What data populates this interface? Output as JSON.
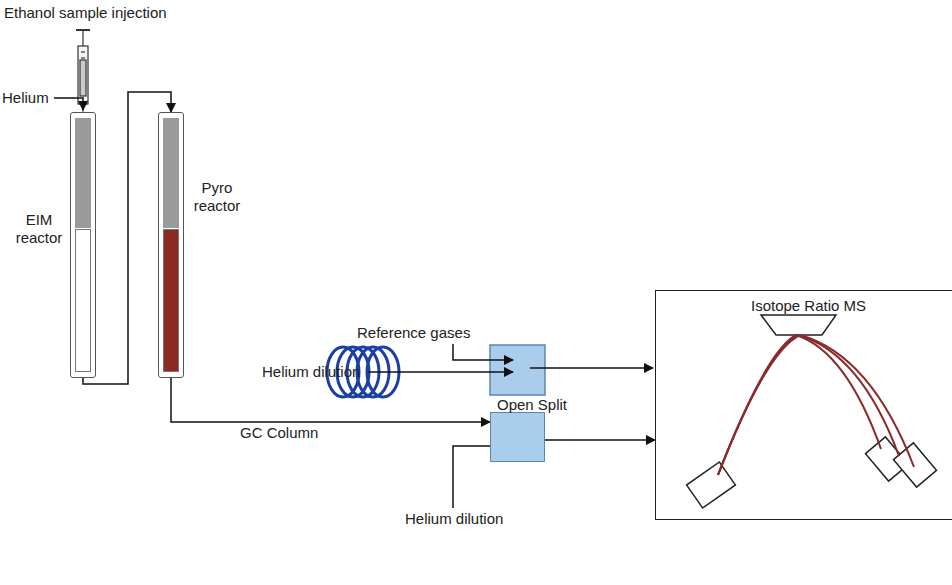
{
  "diagram": {
    "nodes": [
      {
        "text": [
          "EIM reactor"
        ]
      },
      {
        "text": [
          "Pyro reactor"
        ]
      },
      {
        "text": [
          "Open Split"
        ]
      },
      {
        "text": [
          "Isotope Ratio MS"
        ]
      }
    ],
    "edges": [
      {
        "from": 0,
        "to": 1,
        "arrow": "to"
      },
      {
        "from": 1,
        "to": 2,
        "arrow": "to"
      },
      {
        "from": 2,
        "to": 3,
        "arrow": "to"
      }
    ],
    "labels": [
      "Ethanol sample injection",
      "Helium",
      "Reference gases",
      "Helium dilution",
      "GC Column",
      "Helium dilution"
    ]
  }
}
